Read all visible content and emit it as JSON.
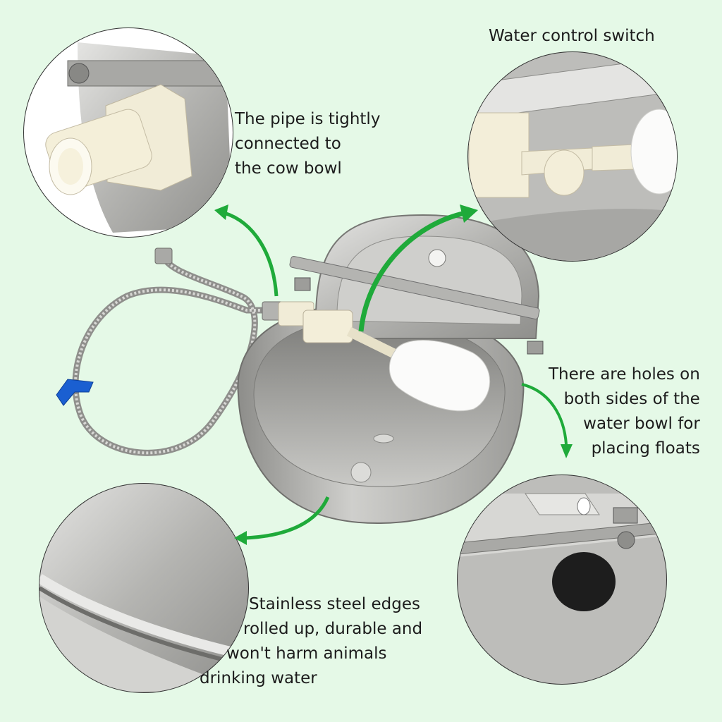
{
  "labels": {
    "title": "Water control switch",
    "pipe": [
      "The pipe is tightly",
      "connected to",
      "the cow bowl"
    ],
    "holes": [
      "There are holes on",
      "both sides of the",
      "water bowl for",
      "placing floats"
    ],
    "edges": [
      "Stainless steel edges",
      "rolled up, durable and",
      "won't harm animals",
      "drinking water"
    ]
  },
  "colors": {
    "background": "#e5f9e7",
    "arrow": "#1faa3a",
    "steel": "#b9b9b6",
    "plastic": "#f1ecd7",
    "clip": "#1a5fd1",
    "plug": "#1d1d1d"
  }
}
